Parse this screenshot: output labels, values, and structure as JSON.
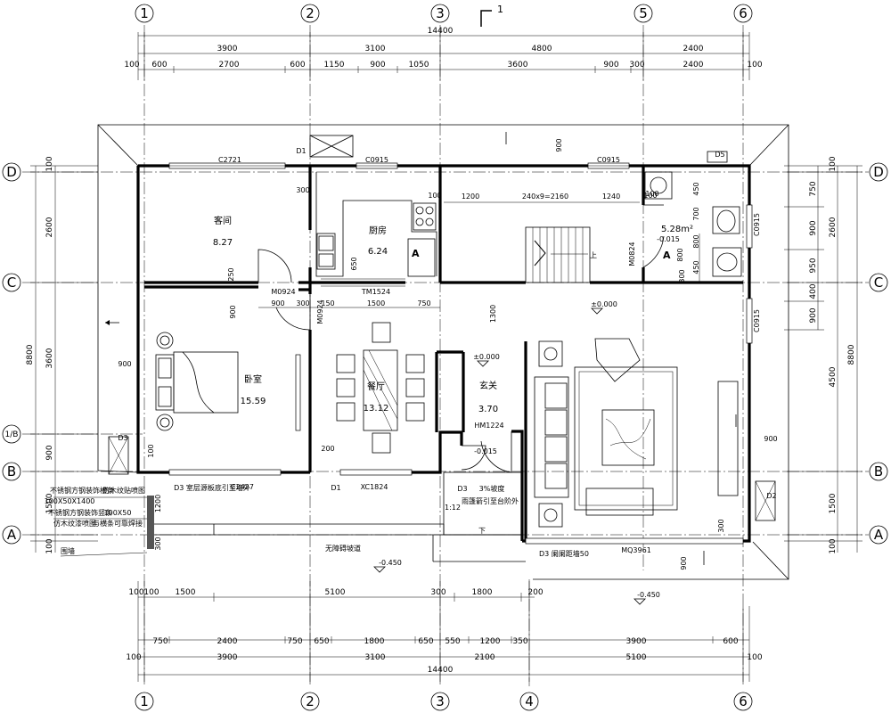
{
  "axes": {
    "columns": [
      "1",
      "2",
      "3",
      "4",
      "5",
      "6"
    ],
    "rows": [
      "A",
      "B",
      "1/B",
      "C",
      "D"
    ]
  },
  "section_mark": "1",
  "dims": {
    "top_overall": "14400",
    "top_bays": [
      "3900",
      "3100",
      "4800",
      "2400"
    ],
    "top_detail": [
      "100",
      "600",
      "2700",
      "600",
      "1150",
      "900",
      "1050",
      "3600",
      "900",
      "300",
      "2400",
      "100"
    ],
    "bottom_row1": [
      "100",
      "100",
      "1500",
      "5100",
      "300",
      "1800",
      "200"
    ],
    "bottom_row2": [
      "750",
      "2400",
      "750",
      "650",
      "1800",
      "650",
      "550",
      "1200",
      "350",
      "3900",
      "600"
    ],
    "bottom_bays": [
      "100",
      "3900",
      "3100",
      "2100",
      "5100",
      "100"
    ],
    "bottom_overall": "14400",
    "left_main": [
      "100",
      "2600",
      "3600",
      "900",
      "1500",
      "100"
    ],
    "left_total": "8800",
    "right_inner": [
      "750",
      "900",
      "950",
      "400",
      "900"
    ],
    "right_main": [
      "100",
      "2600",
      "4500",
      "1500",
      "100"
    ],
    "right_total": "8800"
  },
  "rooms": {
    "guest": {
      "name": "客间",
      "area": "8.27"
    },
    "kitchen": {
      "name": "厨房",
      "area": "6.24"
    },
    "bedroom": {
      "name": "卧室",
      "area": "15.59"
    },
    "dining": {
      "name": "餐厅",
      "area": "13.12"
    },
    "foyer": {
      "name": "玄关",
      "area": "3.70"
    },
    "bath_area": "5.28m²"
  },
  "labels": {
    "c2721": "C2721",
    "c0915_a": "C0915",
    "c0915_b": "C0915",
    "c0915_c": "C0915",
    "c0915_d": "C0915",
    "d1_top": "D1",
    "d1_bottom": "D1",
    "d5": "D5",
    "d2": "D2",
    "d3_left": "D3",
    "d3_mid": "D3",
    "d3_right": "D3",
    "m0924": "M0924",
    "m0924_v": "M0924",
    "m0824": "M0824",
    "tm1524": "TM1524",
    "hm1224": "HM1224",
    "c2427": "C2427",
    "xc1824": "XC1824",
    "mq3961": "MQ3961",
    "stair": "240x9=2160",
    "up": "上",
    "down": "下",
    "lvl0_a": "±0.000",
    "lvl0_b": "±0.000",
    "lvl_015a": "-0.015",
    "lvl_015b": "-0.015",
    "lvl_450a": "-0.450",
    "lvl_450b": "-0.450",
    "ramp_slope": "1:12",
    "ramp_name": "无障碍坡道",
    "ramp_pct": "3%坡度",
    "d3_left_note": "D3 室层源板底引至墙外",
    "d3_mid_note": "雨篷箭引至台阶外",
    "d3_right_note": "D3 阑阑距墙50",
    "rail1": "不锈钢方钢装饰横条",
    "rail1b": "仿木纹贴喷图",
    "rail2": "100X50X1400",
    "rail3": "不锈钢方钢装饰竖条",
    "rail4": "100X50",
    "rail5": "仿木纹漆喷图",
    "rail6": "与横条可靠焊接",
    "fence": "围墙",
    "mark_a1": "A",
    "mark_a2": "A",
    "d_1200": "1200",
    "d_240x": "240x9=2160",
    "d_1240": "1240",
    "d_100a": "100",
    "d_100b": "100",
    "d_900a": "900",
    "d_900b": "900",
    "d_900c": "900",
    "d_900d": "900",
    "d_900e": "900",
    "d_1300": "1300",
    "d_1500": "1500",
    "d_750": "750",
    "d_650": "650",
    "d_300a": "300",
    "d_300b": "300",
    "d_250": "250",
    "d_200": "200",
    "d_150": "150",
    "d_450a": "450",
    "d_450b": "450",
    "d_700": "700",
    "d_800a": "800",
    "d_800b": "800",
    "d_100c": "100",
    "d_100d": "100",
    "d_1200b": "1200",
    "d_300c": "300",
    "d_300d": "300"
  }
}
